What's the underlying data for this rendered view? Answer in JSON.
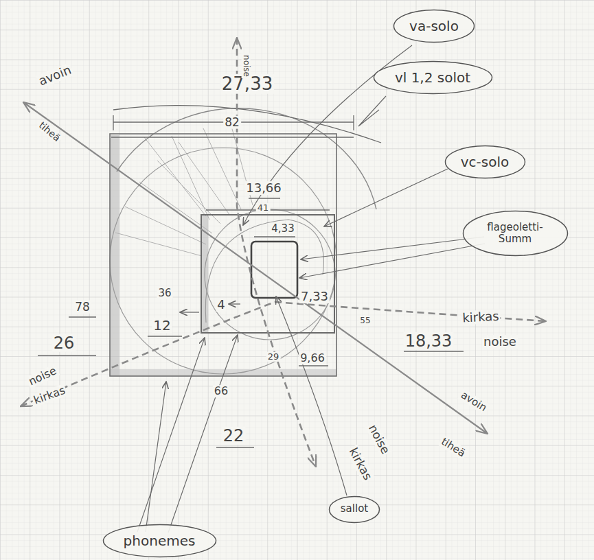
{
  "diagram": {
    "nodes": [
      {
        "text": [
          "va-solo"
        ]
      },
      {
        "text": [
          "vl 1,2 solot"
        ]
      },
      {
        "text": [
          "vc-solo"
        ]
      },
      {
        "text": [
          "flageoletti- Summ"
        ]
      },
      {
        "text": [
          "sallot"
        ]
      },
      {
        "text": [
          "phonemes"
        ]
      }
    ],
    "labels": [
      "27,33",
      "82",
      "13,66",
      "41",
      "4,33",
      "78",
      "26",
      "36",
      "12",
      "4",
      "7,33",
      "55",
      "kirkas",
      "18,33",
      "noise",
      "29",
      "9,66",
      "66",
      "22",
      "noise",
      "kirkas",
      "noise",
      "kirkas",
      "avoin",
      "tiheä",
      "avoin",
      "tiheä",
      "noise"
    ]
  }
}
